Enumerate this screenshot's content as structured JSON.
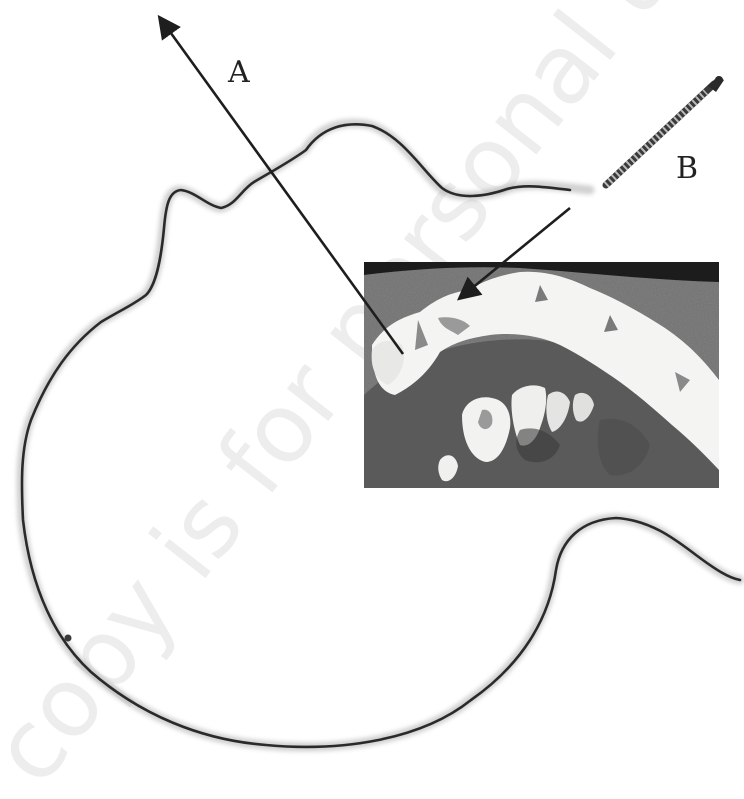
{
  "labels": {
    "a": "A",
    "b": "B"
  },
  "watermark": "copy is for personal use only",
  "colors": {
    "outline": "#2a2a2a",
    "arrow": "#1e1e1e",
    "scan_background": "#6e6e6e",
    "bone": "#f4f4f2"
  }
}
